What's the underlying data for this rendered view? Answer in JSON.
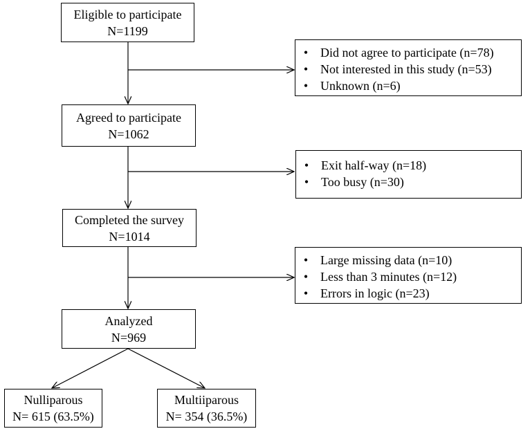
{
  "flow": {
    "eligible": {
      "title": "Eligible to participate",
      "count": "N=1199"
    },
    "agreed": {
      "title": "Agreed to participate",
      "count": "N=1062"
    },
    "completed": {
      "title": "Completed the survey",
      "count": "N=1014"
    },
    "analyzed": {
      "title": "Analyzed",
      "count": "N=969"
    },
    "nulliparous": {
      "title": "Nulliparous",
      "count": "N= 615 (63.5%)"
    },
    "multiiparous": {
      "title": "Multiiparous",
      "count": "N= 354 (36.5%)"
    }
  },
  "exclusions": {
    "first": {
      "bullet": "•",
      "items": [
        "Did not agree to participate (n=78)",
        "Not interested in this study (n=53)",
        "Unknown (n=6)"
      ]
    },
    "second": {
      "bullet": "•",
      "items": [
        "Exit half-way (n=18)",
        "Too busy (n=30)"
      ]
    },
    "third": {
      "bullet": "•",
      "items": [
        "Large missing data  (n=10)",
        "Less than 3 minutes (n=12)",
        "Errors in logic (n=23)"
      ]
    }
  },
  "colors": {
    "stroke": "#000000",
    "background": "#ffffff"
  }
}
